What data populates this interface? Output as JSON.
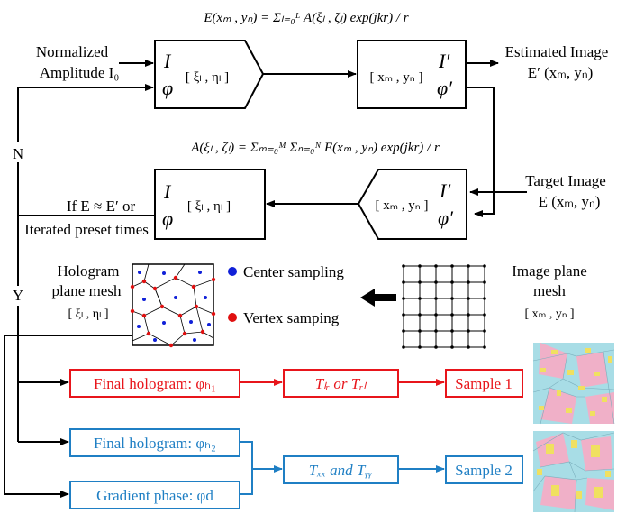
{
  "formula_top": "E(xₘ , yₙ) = Σₗ₌₀ᴸ A(ξₗ , ζₗ) exp(jkr) / r",
  "formula_mid": "A(ξₗ , ζₗ) = Σₘ₌₀ᴹ Σₙ₌₀ᴺ E(xₘ , yₙ) exp(jkr) / r",
  "input_label_1": "Normalized",
  "input_label_2": "Amplitude I₀",
  "block1": {
    "I": "I",
    "phi": "φ",
    "coords": "[ ξₗ , ηₗ ]"
  },
  "block2": {
    "I": "I′",
    "phi": "φ′",
    "coords": "[ xₘ , yₙ ]"
  },
  "block3": {
    "I": "I",
    "phi": "φ",
    "coords": "[ ξₗ , ηₗ ]"
  },
  "block4": {
    "I": "I′",
    "phi": "φ′",
    "coords": "[ xₘ , yₙ ]"
  },
  "estimated_1": "Estimated Image",
  "estimated_2": "E′ (xₘ, yₙ)",
  "target_1": "Target Image",
  "target_2": "E (xₘ, yₙ)",
  "loop_N": "N",
  "loop_Y": "Y",
  "condition_1": "If E ≈ E′ or",
  "condition_2": "Iterated preset times",
  "hologram_mesh_1": "Hologram",
  "hologram_mesh_2": "plane mesh",
  "hologram_mesh_3": "[ ξₗ , ηₗ ]",
  "legend_center": "Center sampling",
  "legend_vertex": "Vertex samping",
  "image_mesh_1": "Image plane",
  "image_mesh_2": "mesh",
  "image_mesh_3": "[ xₘ , yₙ ]",
  "red_box_1": "Final hologram: φₕ₁",
  "red_box_2": "Tₗᵣ or Tᵣₗ",
  "red_box_3": "Sample 1",
  "blue_box_1": "Final hologram: φₕ₂",
  "blue_box_2": "Tₓₓ and Tᵧᵧ",
  "blue_box_3": "Sample 2",
  "blue_box_4": "Gradient phase: φd",
  "colors": {
    "red": "#e8151b",
    "blue": "#1f7fc4",
    "dot_blue": "#1020d8",
    "dot_red": "#e01010",
    "sample_bg": "#a8dde6",
    "sample_pink": "#f0b0c8",
    "sample_yellow": "#f0e060"
  }
}
